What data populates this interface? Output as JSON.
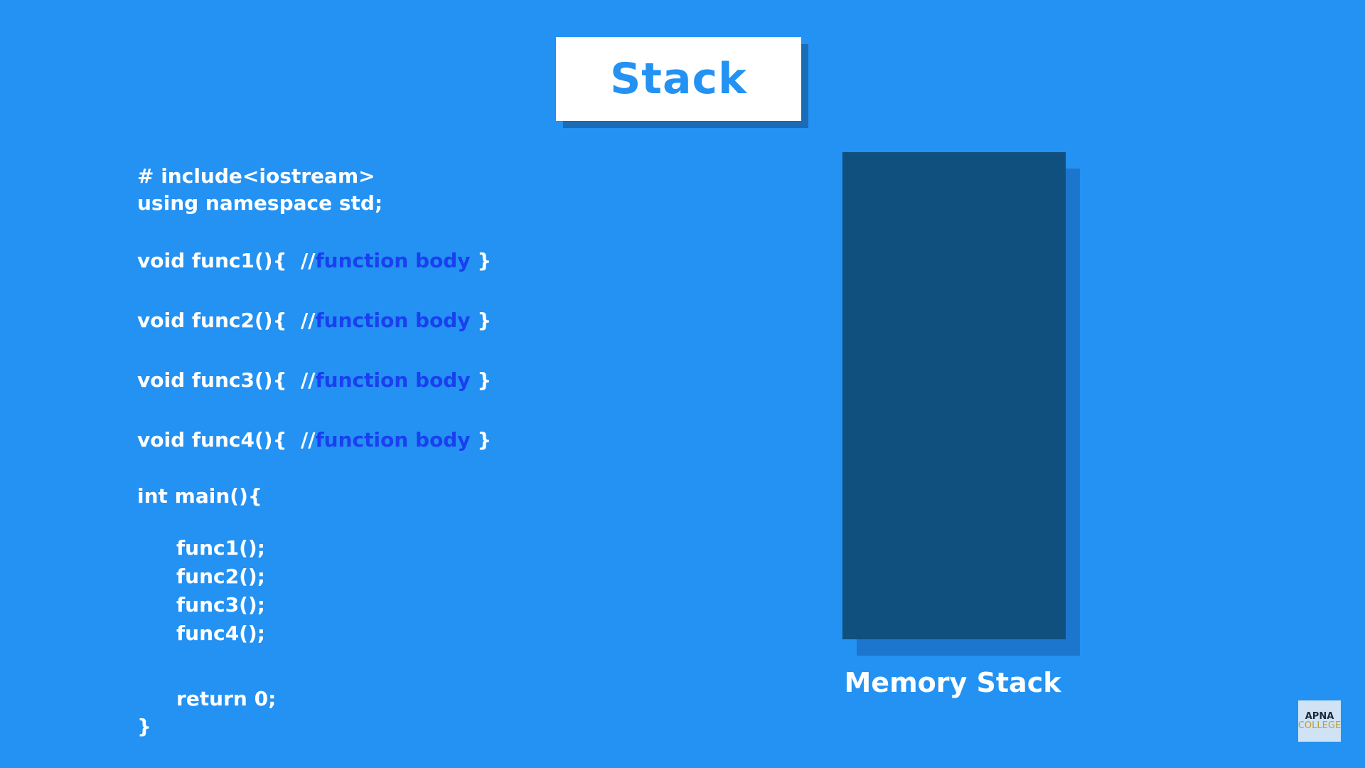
{
  "title": "Stack",
  "code": {
    "include": "# include<iostream>",
    "using": "using namespace std;",
    "functions": [
      {
        "signature": "void func1(){  //",
        "comment": "function body",
        "close": " }"
      },
      {
        "signature": "void func2(){  //",
        "comment": "function body",
        "close": " }"
      },
      {
        "signature": "void func3(){  //",
        "comment": "function body",
        "close": " }"
      },
      {
        "signature": "void func4(){  //",
        "comment": "function body",
        "close": " }"
      }
    ],
    "main_open": "int main(){",
    "calls": [
      "func1();",
      "func2();",
      "func3();",
      "func4();"
    ],
    "return": "return 0;",
    "main_close": "}"
  },
  "memory_stack_label": "Memory Stack",
  "logo": {
    "line1": "APNA",
    "line2": "COLLEGE"
  },
  "colors": {
    "background": "#2392f2",
    "stack": "#10507e",
    "comment": "#1a3ff0",
    "title_text": "#2392f2"
  }
}
